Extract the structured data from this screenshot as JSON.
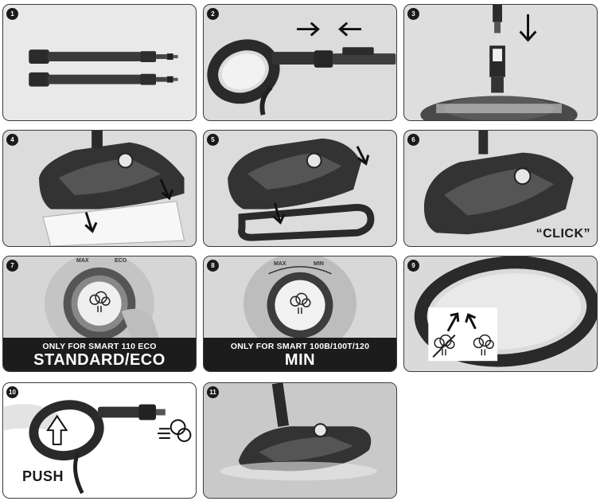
{
  "steps": [
    {
      "number": "1"
    },
    {
      "number": "2"
    },
    {
      "number": "3"
    },
    {
      "number": "4"
    },
    {
      "number": "5"
    },
    {
      "number": "6",
      "text": "“CLICK”"
    },
    {
      "number": "7",
      "caption_small": "ONLY FOR SMART 110 ECO",
      "caption_big": "STANDARD/ECO",
      "dial_left": "MAX",
      "dial_right": "ECO"
    },
    {
      "number": "8",
      "caption_small": "ONLY FOR SMART 100B/100T/120",
      "caption_big": "MIN",
      "dial_left": "MAX",
      "dial_right": "MIN"
    },
    {
      "number": "9"
    },
    {
      "number": "10",
      "text": "PUSH"
    },
    {
      "number": "11"
    }
  ],
  "icons": {
    "steam_icon": "steam-cloud-icon",
    "no_steam_icon": "steam-off-icon",
    "arrow_icon": "arrow-icon",
    "push_arrow_icon": "up-arrow-icon"
  }
}
